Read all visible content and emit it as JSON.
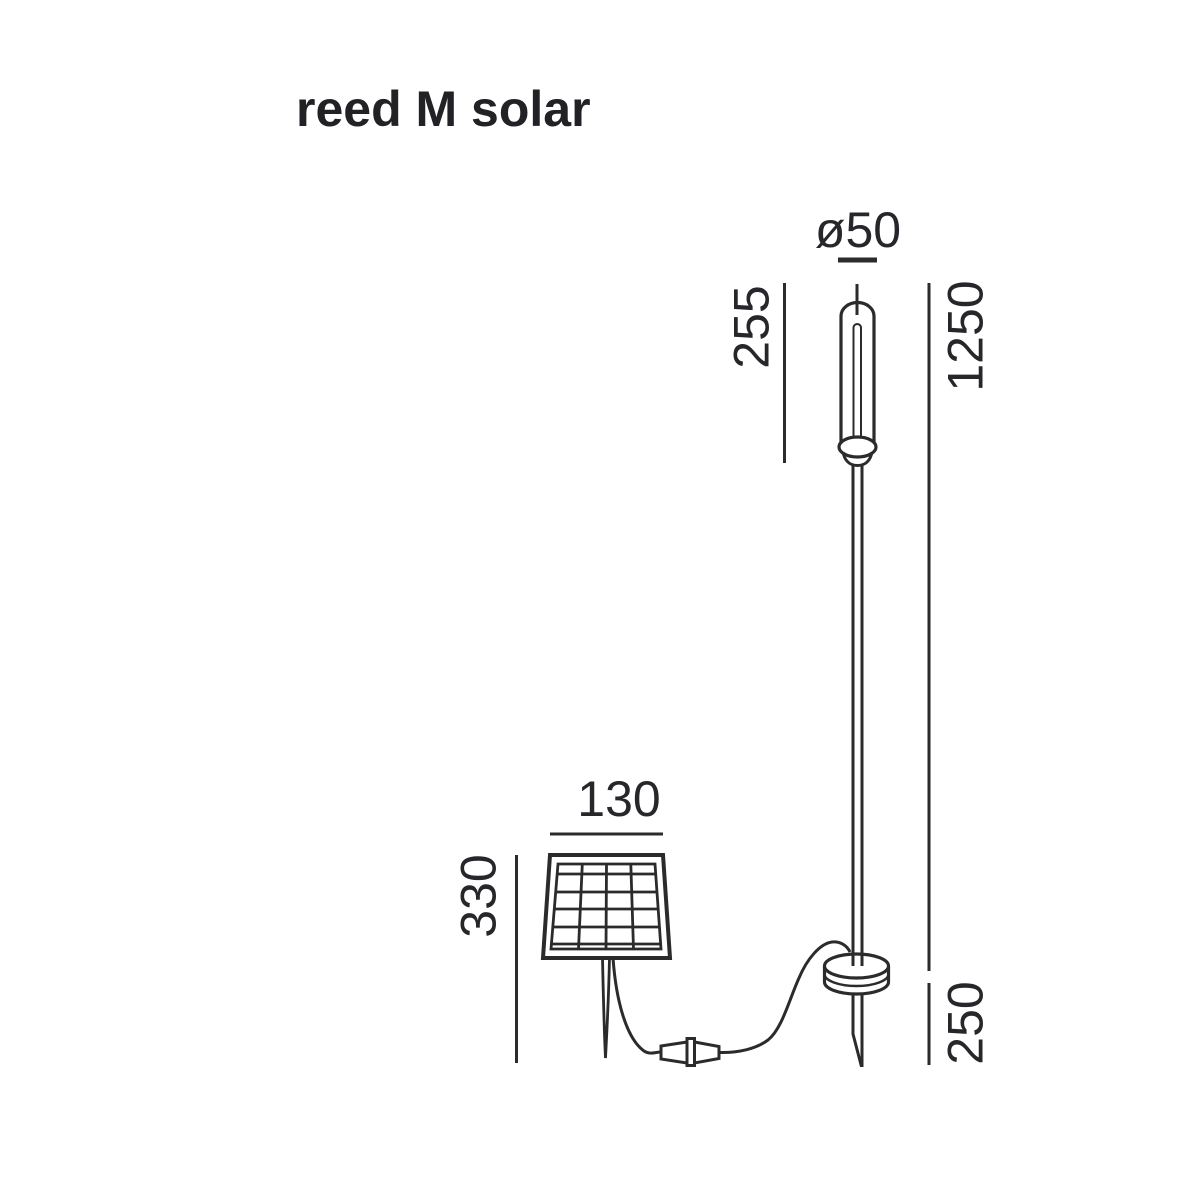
{
  "header": {
    "title": "reed M solar"
  },
  "colors": {
    "background": "#ffffff",
    "line": "#2b2b2b",
    "text": "#27272b",
    "title_text": "#222226"
  },
  "drawing": {
    "labels": {
      "head_diameter": "ø50",
      "head_length": "255",
      "height_above_ground": "1250",
      "spike_depth": "250",
      "panel_width": "130",
      "panel_height": "330"
    }
  }
}
